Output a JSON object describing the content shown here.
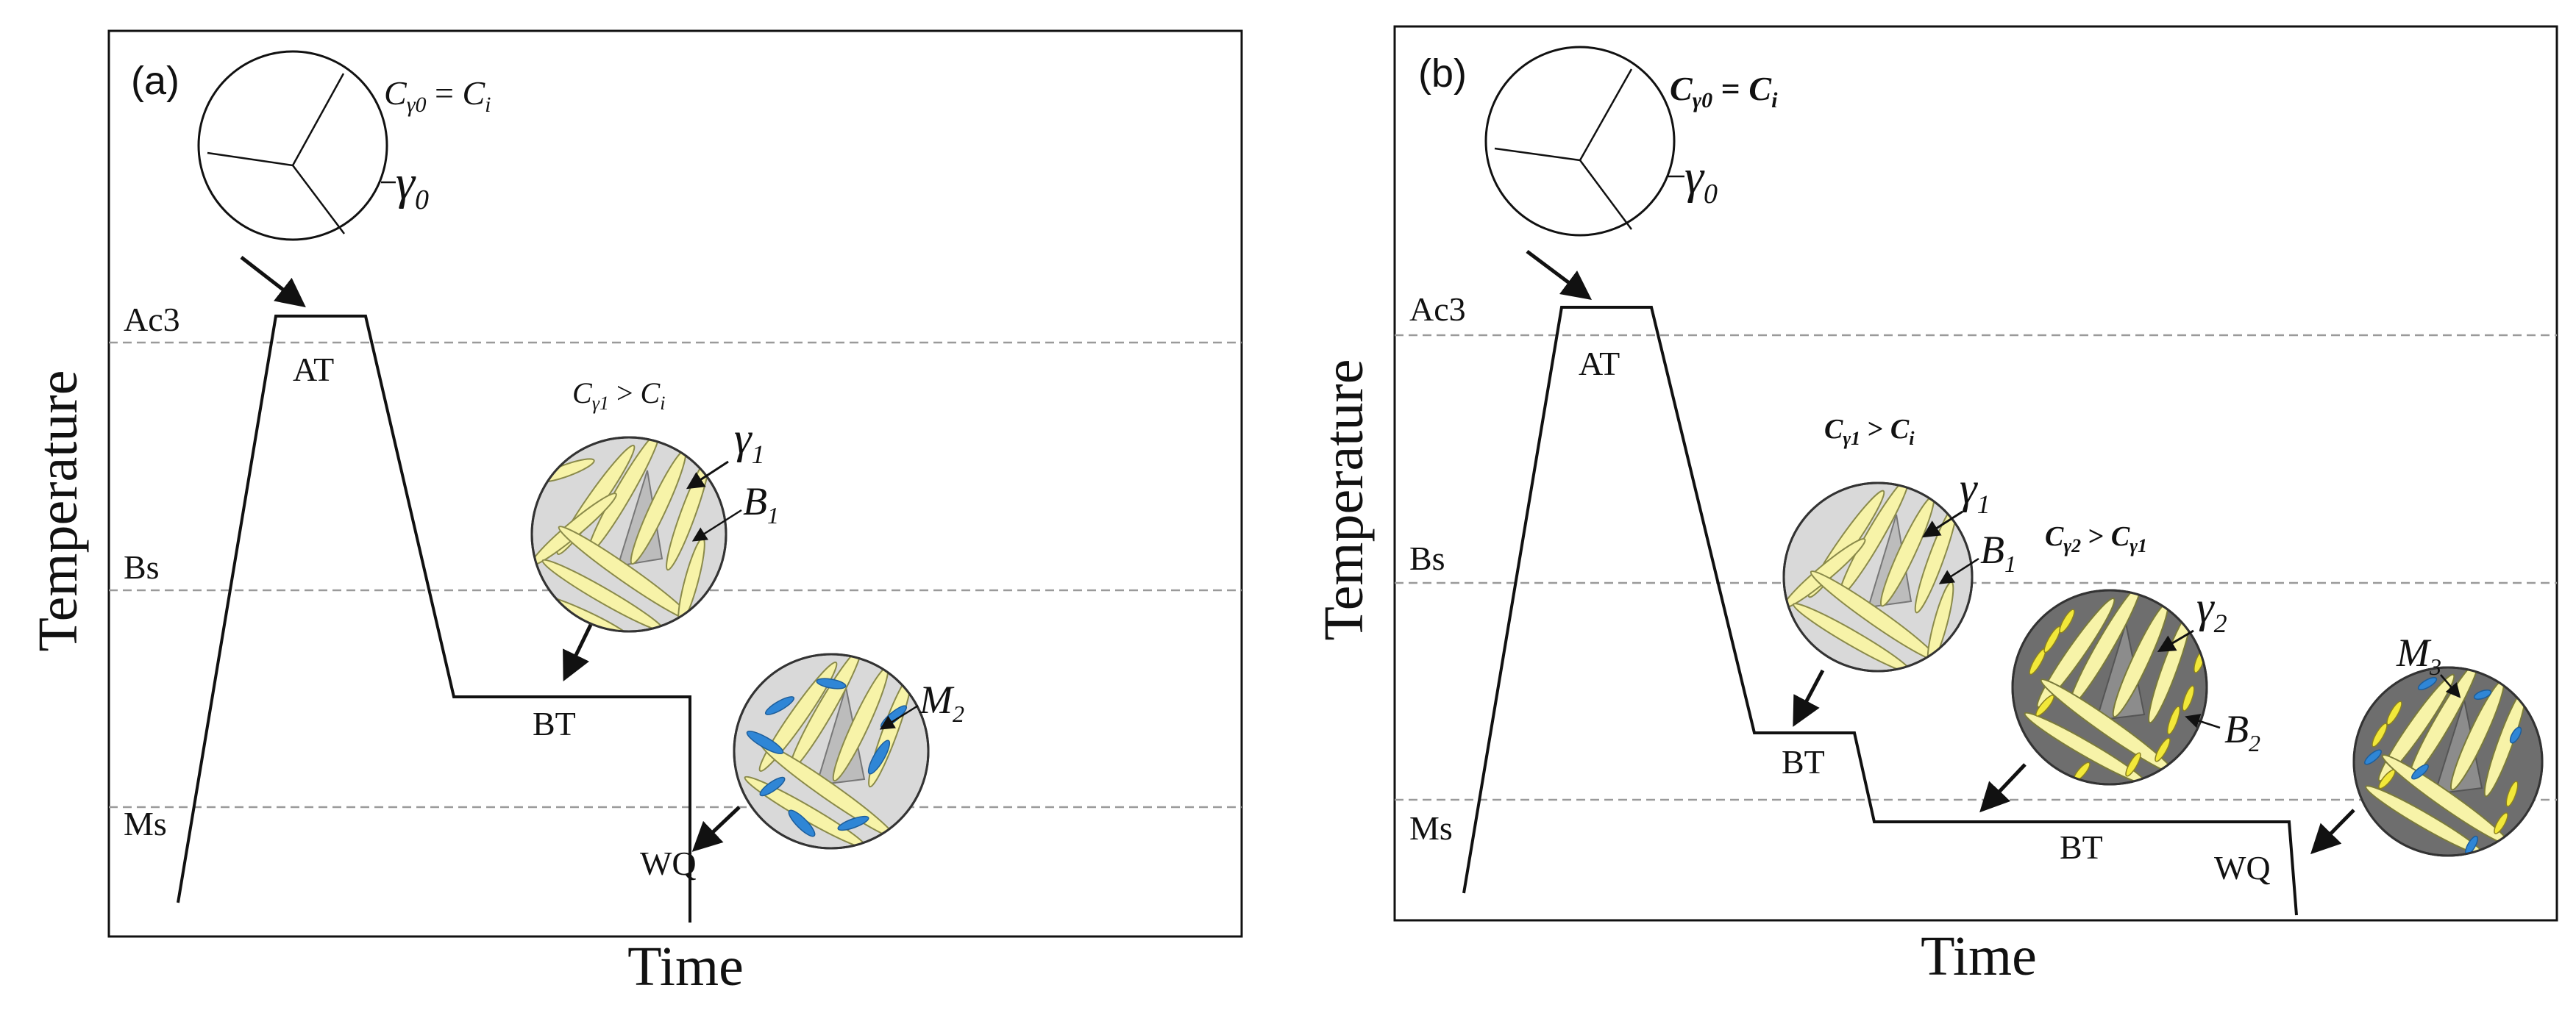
{
  "panel_a": {
    "letter": "(a)",
    "y_axis_label": "Temperature",
    "x_axis_label": "Time",
    "levels": {
      "ac3": "Ac3",
      "bs": "Bs",
      "ms": "Ms"
    },
    "stages": {
      "at": "AT",
      "bt": "BT",
      "wq": "WQ"
    },
    "eq_initial": {
      "c": "C",
      "sub_lhs": "γ0",
      "eq": " = ",
      "rhs_sub": "i"
    },
    "eq_stage1": {
      "c": "C",
      "sub_lhs": "γ1",
      "gt": " > ",
      "rhs_sub": "i"
    },
    "gamma0": {
      "sym": "γ",
      "sub": "0"
    },
    "gamma1": {
      "sym": "γ",
      "sub": "1"
    },
    "b1": {
      "sym": "B",
      "sub": "1"
    },
    "m2": {
      "sym": "M",
      "sub": "2"
    }
  },
  "panel_b": {
    "letter": "(b)",
    "y_axis_label": "Temperature",
    "x_axis_label": "Time",
    "levels": {
      "ac3": "Ac3",
      "bs": "Bs",
      "ms": "Ms"
    },
    "stages": {
      "at": "AT",
      "bt1": "BT",
      "bt2": "BT",
      "wq": "WQ"
    },
    "eq_initial": {
      "c": "C",
      "sub_lhs": "γ0",
      "eq": " = ",
      "rhs_sub": "i"
    },
    "eq_stage1": {
      "c": "C",
      "sub_lhs": "γ1",
      "gt": " > ",
      "rhs_sub": "i"
    },
    "eq_stage2": {
      "c": "C",
      "sub_lhs": "γ2",
      "gt": " > ",
      "rhs_sub": "γ1"
    },
    "gamma0": {
      "sym": "γ",
      "sub": "0"
    },
    "gamma1": {
      "sym": "γ",
      "sub": "1"
    },
    "b1": {
      "sym": "B",
      "sub": "1"
    },
    "gamma2": {
      "sym": "γ",
      "sub": "2"
    },
    "b2": {
      "sym": "B",
      "sub": "2"
    },
    "m3": {
      "sym": "M",
      "sub": "3"
    }
  },
  "colors": {
    "austenite_light": "#d9d9d9",
    "austenite_dark": "#6e6e6e",
    "bainite_fill": "#f7f3a8",
    "bainite_fill_bright": "#f2e83a",
    "martensite_fill": "#2f86d6",
    "line": "#111111",
    "dashed": "#9a9a9a"
  }
}
